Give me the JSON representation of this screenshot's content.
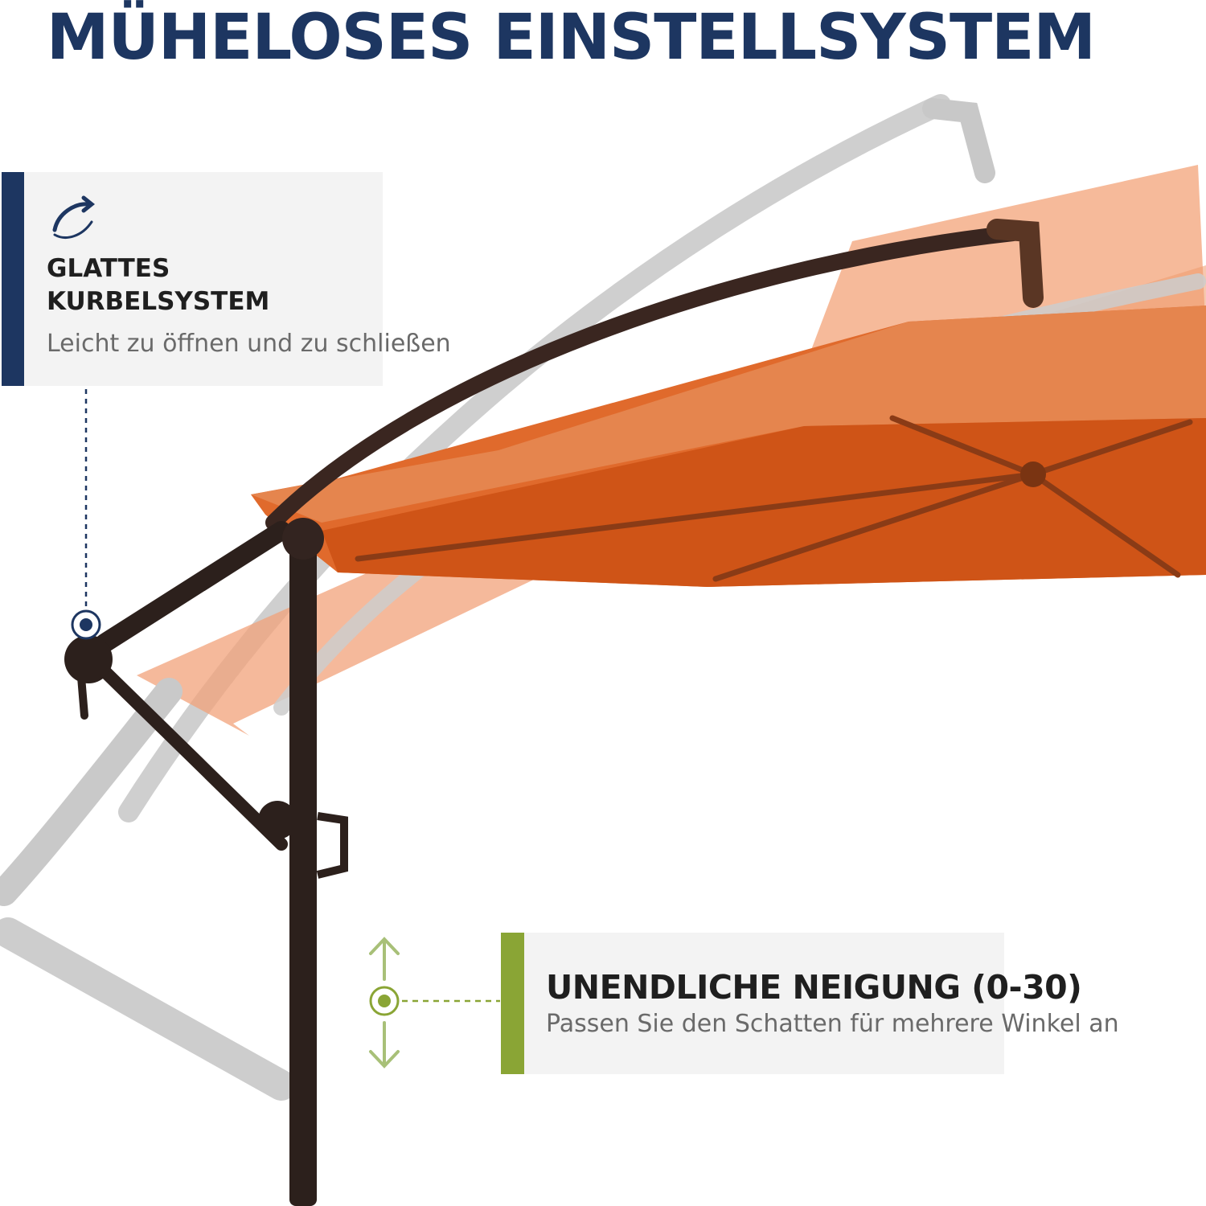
{
  "title": "MÜHELOSES EINSTELLSYSTEM",
  "crank_feature": {
    "icon": "rotation-arrow-icon",
    "heading_line1": "GLATTES",
    "heading_line2": "KURBELSYSTEM",
    "subtitle": "Leicht zu öffnen und zu schließen"
  },
  "tilt_feature": {
    "icon": "up-down-arrows-icon",
    "heading": "UNENDLICHE NEIGUNG (0-30)",
    "subtitle": "Passen Sie den Schatten für mehrere Winkel an"
  },
  "colors": {
    "navy": "#1d3661",
    "olive_green": "#8aa535",
    "canopy_orange": "#d65c1e",
    "frame_brown": "#3a2620"
  }
}
